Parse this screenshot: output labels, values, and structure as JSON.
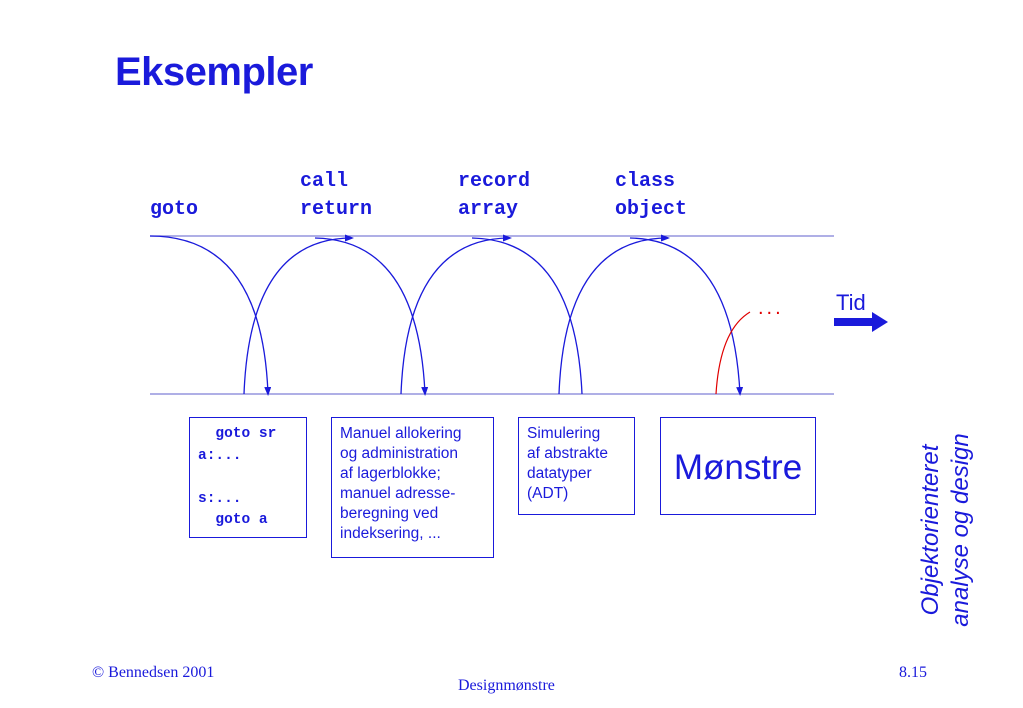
{
  "title": "Eksempler",
  "columns": [
    {
      "line1": "",
      "line2": "goto"
    },
    {
      "line1": "call",
      "line2": "return"
    },
    {
      "line1": "record",
      "line2": "array"
    },
    {
      "line1": "class",
      "line2": "object"
    }
  ],
  "boxes": {
    "goto_box": "  goto sr\na:...\n\ns:...\n  goto a",
    "alloc_box": "Manuel allokering\nog administration\naf lagerblokke;\nmanuel adresse-\nberegning ved\nindeksering, ...",
    "adt_box": "Simulering\naf abstrakte\ndatatyper\n(ADT)",
    "pattern_box": "Mønstre"
  },
  "timeline": {
    "label": "Tid",
    "continuation": "...",
    "arrow_color": "#1a1adb",
    "continuation_color": "#e00000"
  },
  "side_text": {
    "line1": "Objektorienteret",
    "line2": "analyse og design"
  },
  "footer": {
    "copyright": "© Bennedsen 2001",
    "center": "Designmønstre",
    "page": "8.15"
  },
  "colors": {
    "accent": "#1a1adb",
    "rule_line": "#7f7fd8"
  }
}
